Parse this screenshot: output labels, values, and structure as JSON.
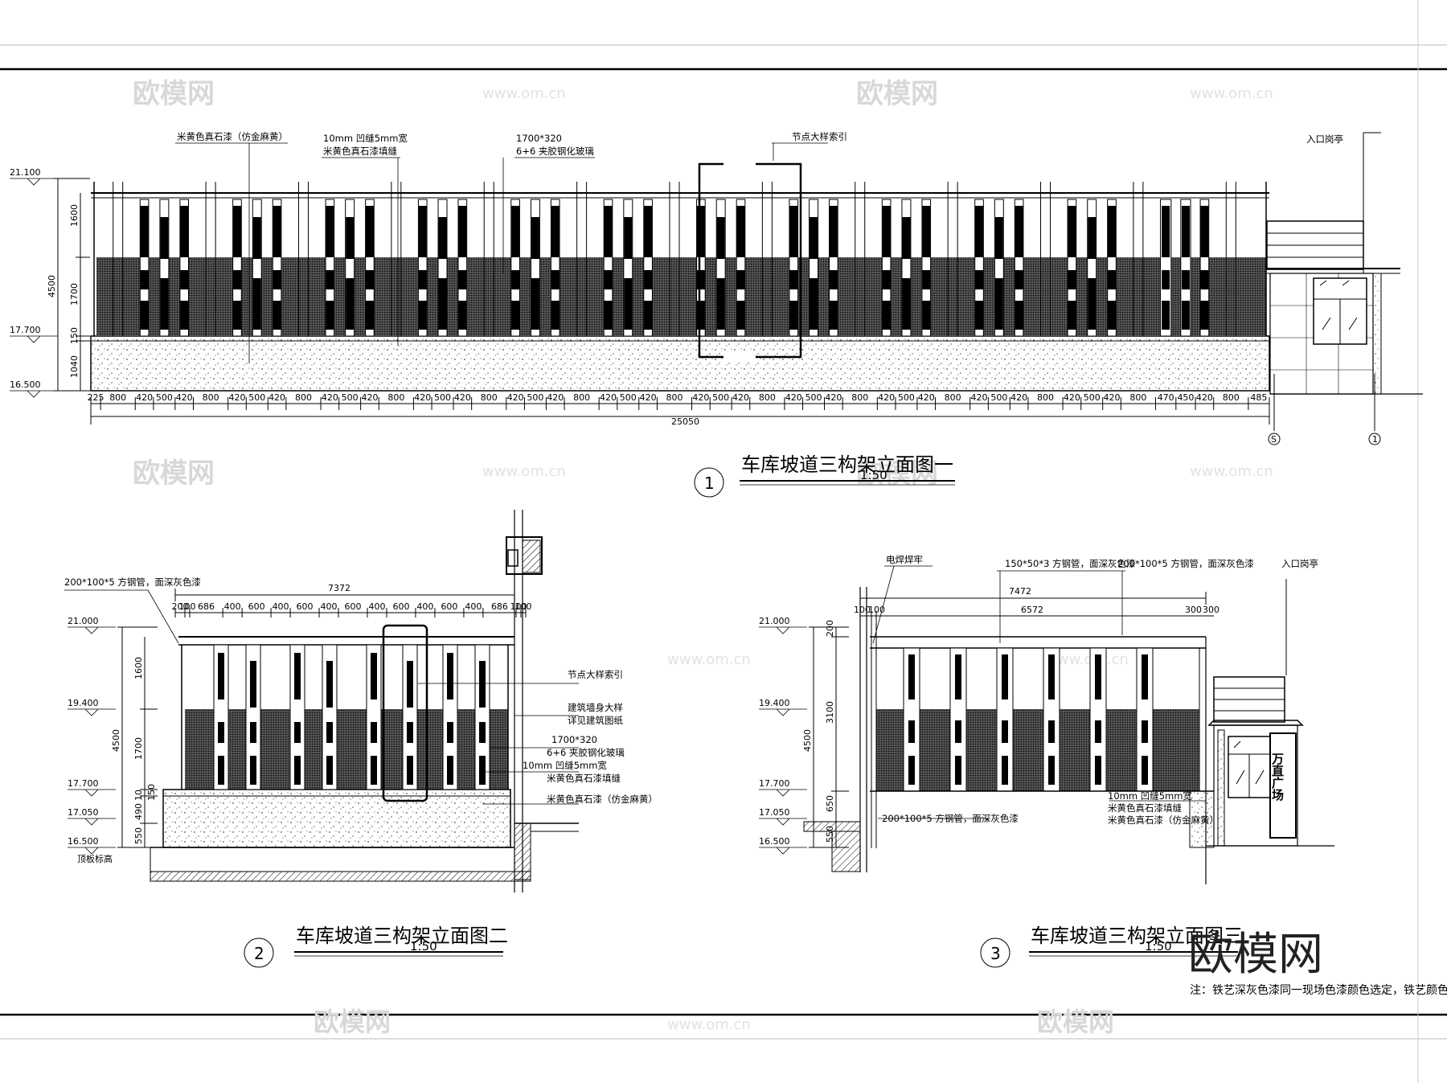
{
  "watermarks": {
    "logo": "欧模网",
    "url": "www.om.cn"
  },
  "corner_logo": "欧模网",
  "note": "注：铁艺深灰色漆同一现场色漆颜色选定，铁艺颜色",
  "view1": {
    "title": "车库坡道三构架立面图一",
    "number": "1",
    "scale": "1:50",
    "labels": {
      "paint": "米黄色真石漆（仿金麻黄）",
      "groove1": "10mm  凹缝5mm宽",
      "groove2": "米黄色真石漆填缝",
      "glass1": "1700*320",
      "glass2": "6+6  夹胶钢化玻璃",
      "node": "节点大样索引",
      "gate": "入口岗亭"
    },
    "elevations": [
      "21.100",
      "17.700",
      "16.500"
    ],
    "vdims": [
      "1600",
      "1700",
      "150",
      "1040",
      "4500"
    ],
    "hdims": [
      "225",
      "800",
      "420",
      "500",
      "420",
      "800",
      "420",
      "500",
      "420",
      "800",
      "420",
      "500",
      "420",
      "800",
      "420",
      "500",
      "420",
      "800",
      "420",
      "500",
      "420",
      "800",
      "420",
      "500",
      "420",
      "800",
      "420",
      "500",
      "420",
      "800",
      "420",
      "500",
      "420",
      "800",
      "420",
      "500",
      "420",
      "800",
      "420",
      "500",
      "420",
      "800",
      "420",
      "500",
      "420",
      "800",
      "470",
      "450",
      "420",
      "800",
      "485"
    ],
    "total": "25050",
    "axis": [
      "S",
      "1"
    ]
  },
  "view2": {
    "title": "车库坡道三构架立面图二",
    "number": "2",
    "scale": "1:50",
    "labels": {
      "tube": "200*100*5  方钢管，面深灰色漆",
      "node": "节点大样索引",
      "wall1": "建筑墙身大样",
      "wall2": "详见建筑图纸",
      "glass1": "1700*320",
      "glass2": "6+6  夹胶钢化玻璃",
      "groove1": "10mm  凹缝5mm宽",
      "groove2": "米黄色真石漆填缝",
      "paint": "米黄色真石漆（仿金麻黄）",
      "roof": "顶板标高"
    },
    "total": "7372",
    "hdims": [
      "200",
      "100",
      "686",
      "400",
      "600",
      "400",
      "600",
      "400",
      "600",
      "400",
      "600",
      "400",
      "600",
      "400",
      "686",
      "100",
      "100"
    ],
    "elevations": [
      "21.000",
      "19.400",
      "17.700",
      "17.050",
      "16.500"
    ],
    "vdims": [
      "1600",
      "1700",
      "4500",
      "150",
      "10",
      "490",
      "550"
    ]
  },
  "view3": {
    "title": "车库坡道三构架立面图三",
    "number": "3",
    "scale": "1:50",
    "labels": {
      "weld": "电焊焊牢",
      "tube1": "150*50*3  方钢管，面深灰色漆",
      "tube2": "200*100*5  方钢管，面深灰色漆",
      "gate": "入口岗亭",
      "tube3": "200*100*5  方钢管，面深灰色漆",
      "groove1": "10mm  凹缝5mm宽",
      "groove2": "米黄色真石漆填缝",
      "paint": "米黄色真石漆（仿金麻黄）",
      "sign": "万直广场"
    },
    "total": "7472",
    "inner": "6572",
    "hdims": [
      "100",
      "100",
      "300",
      "300"
    ],
    "elevations": [
      "21.000",
      "19.400",
      "17.700",
      "17.050",
      "16.500"
    ],
    "vdims": [
      "200",
      "3100",
      "4500",
      "650",
      "550"
    ]
  }
}
